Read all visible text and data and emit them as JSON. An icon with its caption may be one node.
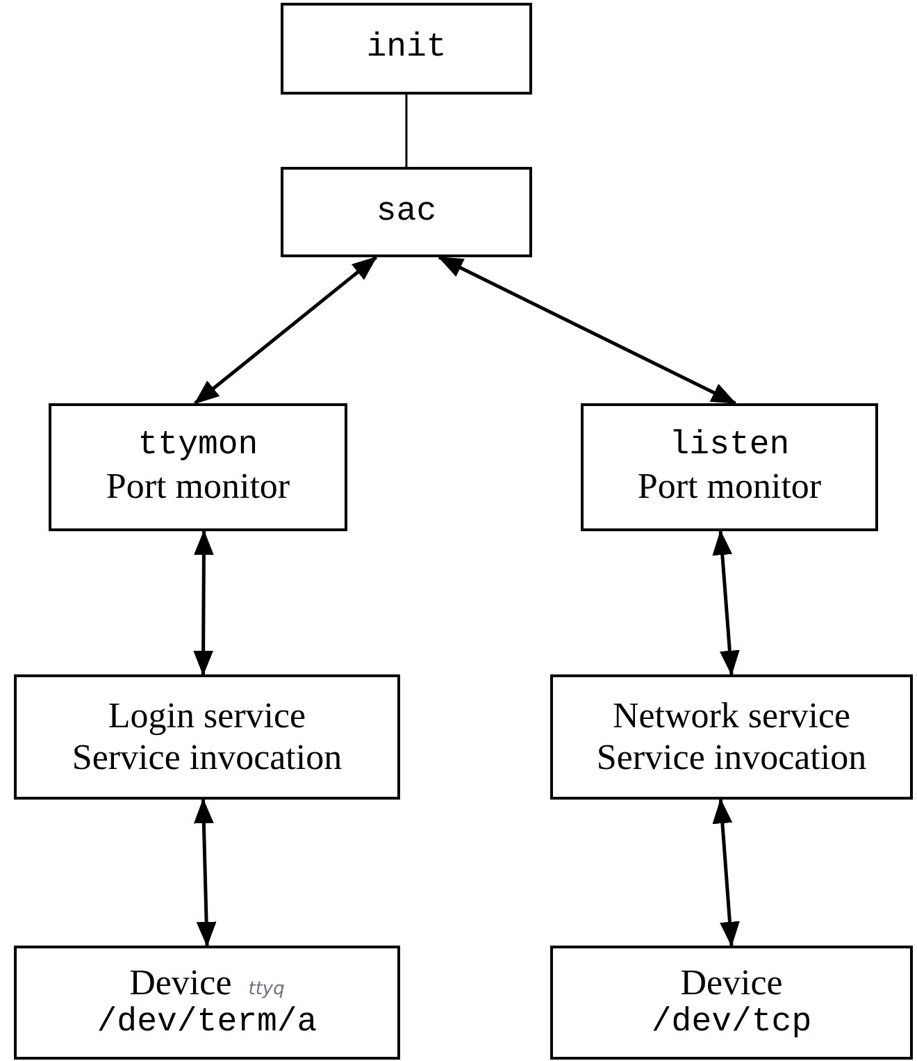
{
  "diagram": {
    "nodes": [
      {
        "text": [
          "init"
        ]
      },
      {
        "text": [
          "sac"
        ]
      },
      {
        "text": [
          "ttymon",
          "Port monitor"
        ]
      },
      {
        "text": [
          "listen",
          "Port monitor"
        ]
      },
      {
        "text": [
          "Login service",
          "Service invocation"
        ]
      },
      {
        "text": [
          "Network service",
          "Service invocation"
        ]
      },
      {
        "text": [
          "Device",
          "ttyq",
          "/dev/term/a"
        ]
      },
      {
        "text": [
          "Device",
          "/dev/tcp"
        ]
      }
    ],
    "edges": [
      {
        "from": 0,
        "to": 1,
        "arrow": "none"
      },
      {
        "from": 2,
        "to": 1,
        "arrow": "both"
      },
      {
        "from": 3,
        "to": 1,
        "arrow": "both"
      },
      {
        "from": 2,
        "to": 4,
        "arrow": "both"
      },
      {
        "from": 3,
        "to": 5,
        "arrow": "both"
      },
      {
        "from": 4,
        "to": 6,
        "arrow": "both"
      },
      {
        "from": 5,
        "to": 7,
        "arrow": "both"
      }
    ]
  }
}
